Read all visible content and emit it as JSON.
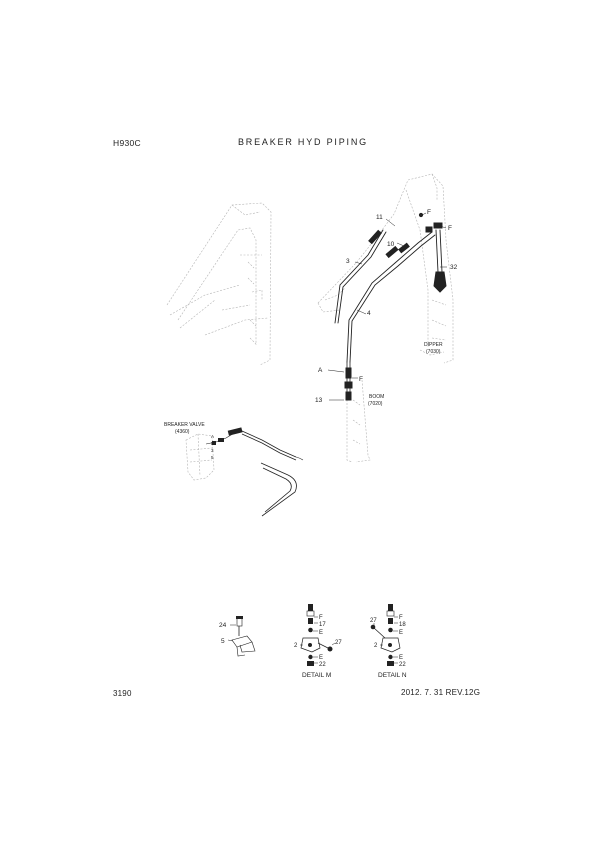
{
  "header": {
    "model": "H930C",
    "title": "BREAKER HYD PIPING"
  },
  "footer": {
    "page": "3190",
    "date_rev": "2012. 7. 31  REV.12G"
  },
  "diagram": {
    "callouts": [
      "11",
      "F",
      "F",
      "10",
      "3",
      "32",
      "4",
      "A",
      "F",
      "13"
    ],
    "assemblies": {
      "dipper": [
        "DIPPER",
        "(7030)"
      ],
      "boom": [
        "BOOM",
        "(7020)"
      ],
      "breaker_valve": [
        "BREAKER VALVE",
        "(4360)"
      ]
    },
    "valve_ports": [
      "A",
      "B",
      "3",
      "5"
    ],
    "detail_clamp": {
      "callouts": [
        "24",
        "5"
      ]
    },
    "detail_m": {
      "title": "DETAIL  M",
      "callouts": [
        "F",
        "17",
        "E",
        "27",
        "2",
        "E",
        "22"
      ]
    },
    "detail_n": {
      "title": "DETAIL  N",
      "callouts": [
        "27",
        "F",
        "18",
        "E",
        "2",
        "E",
        "22"
      ]
    }
  },
  "colors": {
    "line": "#222222",
    "faint": "#b3b3b3"
  }
}
